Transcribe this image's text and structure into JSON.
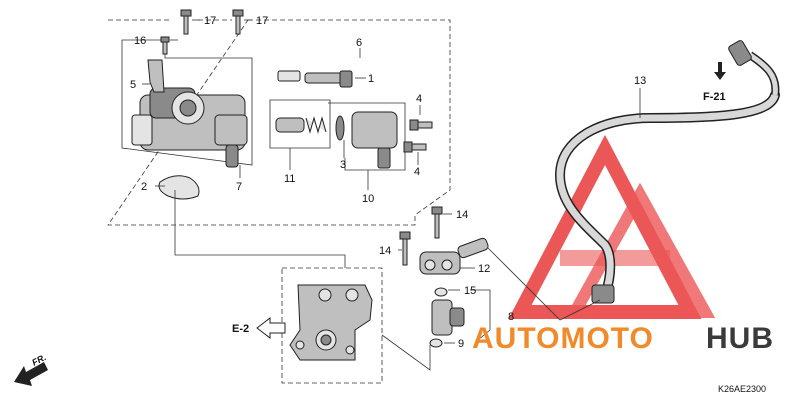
{
  "diagram": {
    "callouts": {
      "c1": "1",
      "c2": "2",
      "c3": "3",
      "c4a": "4",
      "c4b": "4",
      "c5": "5",
      "c6": "6",
      "c7": "7",
      "c8": "8",
      "c9": "9",
      "c10": "10",
      "c11": "11",
      "c12": "12",
      "c13": "13",
      "c14a": "14",
      "c14b": "14",
      "c15": "15",
      "c16": "16",
      "c17a": "17",
      "c17b": "17"
    },
    "references": {
      "f21": "F-21",
      "e2": "E-2",
      "front": "FR."
    },
    "figure_code": "K26AE2300"
  },
  "watermark": {
    "auto": "AUTOMOTO",
    "hub": "HUB",
    "colors": {
      "red": "#e83a3a",
      "orange": "#f08a2a",
      "dark": "#3a3a3a"
    }
  }
}
